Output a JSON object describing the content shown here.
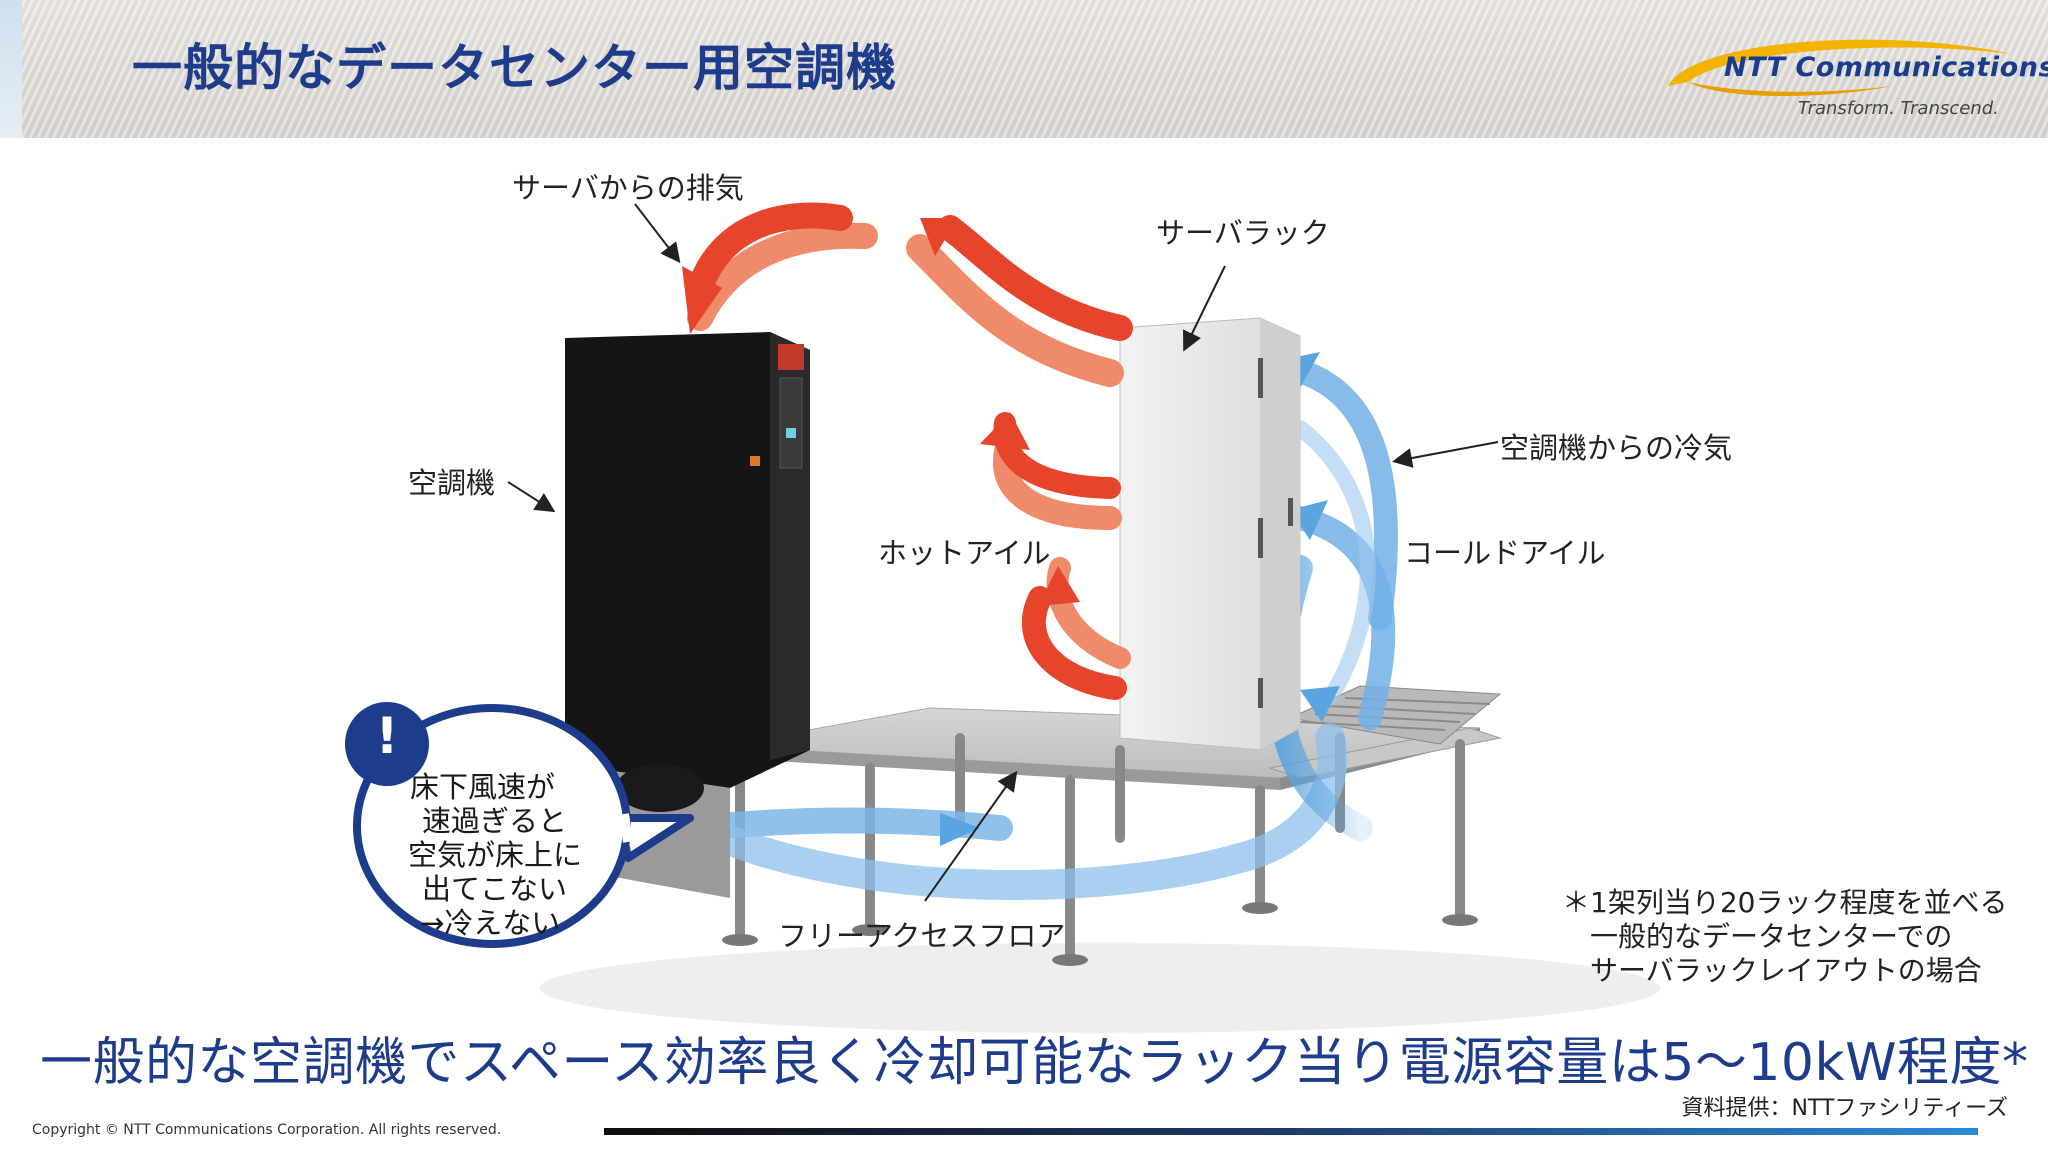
{
  "title": "一般的なデータセンター用空調機",
  "logo": {
    "name": "NTT Communications",
    "tagline": "Transform. Transcend."
  },
  "labels": {
    "exhaust": "サーバからの排気",
    "server_rack": "サーバラック",
    "cooled_air": "空調機からの冷気",
    "air_conditioner": "空調機",
    "hot_aisle": "ホットアイル",
    "cold_aisle": "コールドアイル",
    "access_floor": "フリーアクセスフロア"
  },
  "bubble": {
    "icon": "!",
    "lines": [
      "床下風速が",
      "速過ぎると",
      "空気が床上に",
      "出てこない",
      "→冷えない"
    ]
  },
  "footnote": {
    "lines": [
      "＊1架列当り20ラック程度を並べる",
      "一般的なデータセンターでの",
      "サーバラックレイアウトの場合"
    ]
  },
  "bottom_message": "一般的な空調機でスペース効率良く冷却可能なラック当り電源容量は5〜10kW程度*",
  "source": "資料提供：NTTファシリティーズ",
  "copyright": "Copyright © NTT Communications Corporation. All rights reserved.",
  "colors": {
    "title_blue": "#1e3c8c",
    "hot_arrow": "#e6452c",
    "cold_arrow": "#5aa4e0"
  }
}
